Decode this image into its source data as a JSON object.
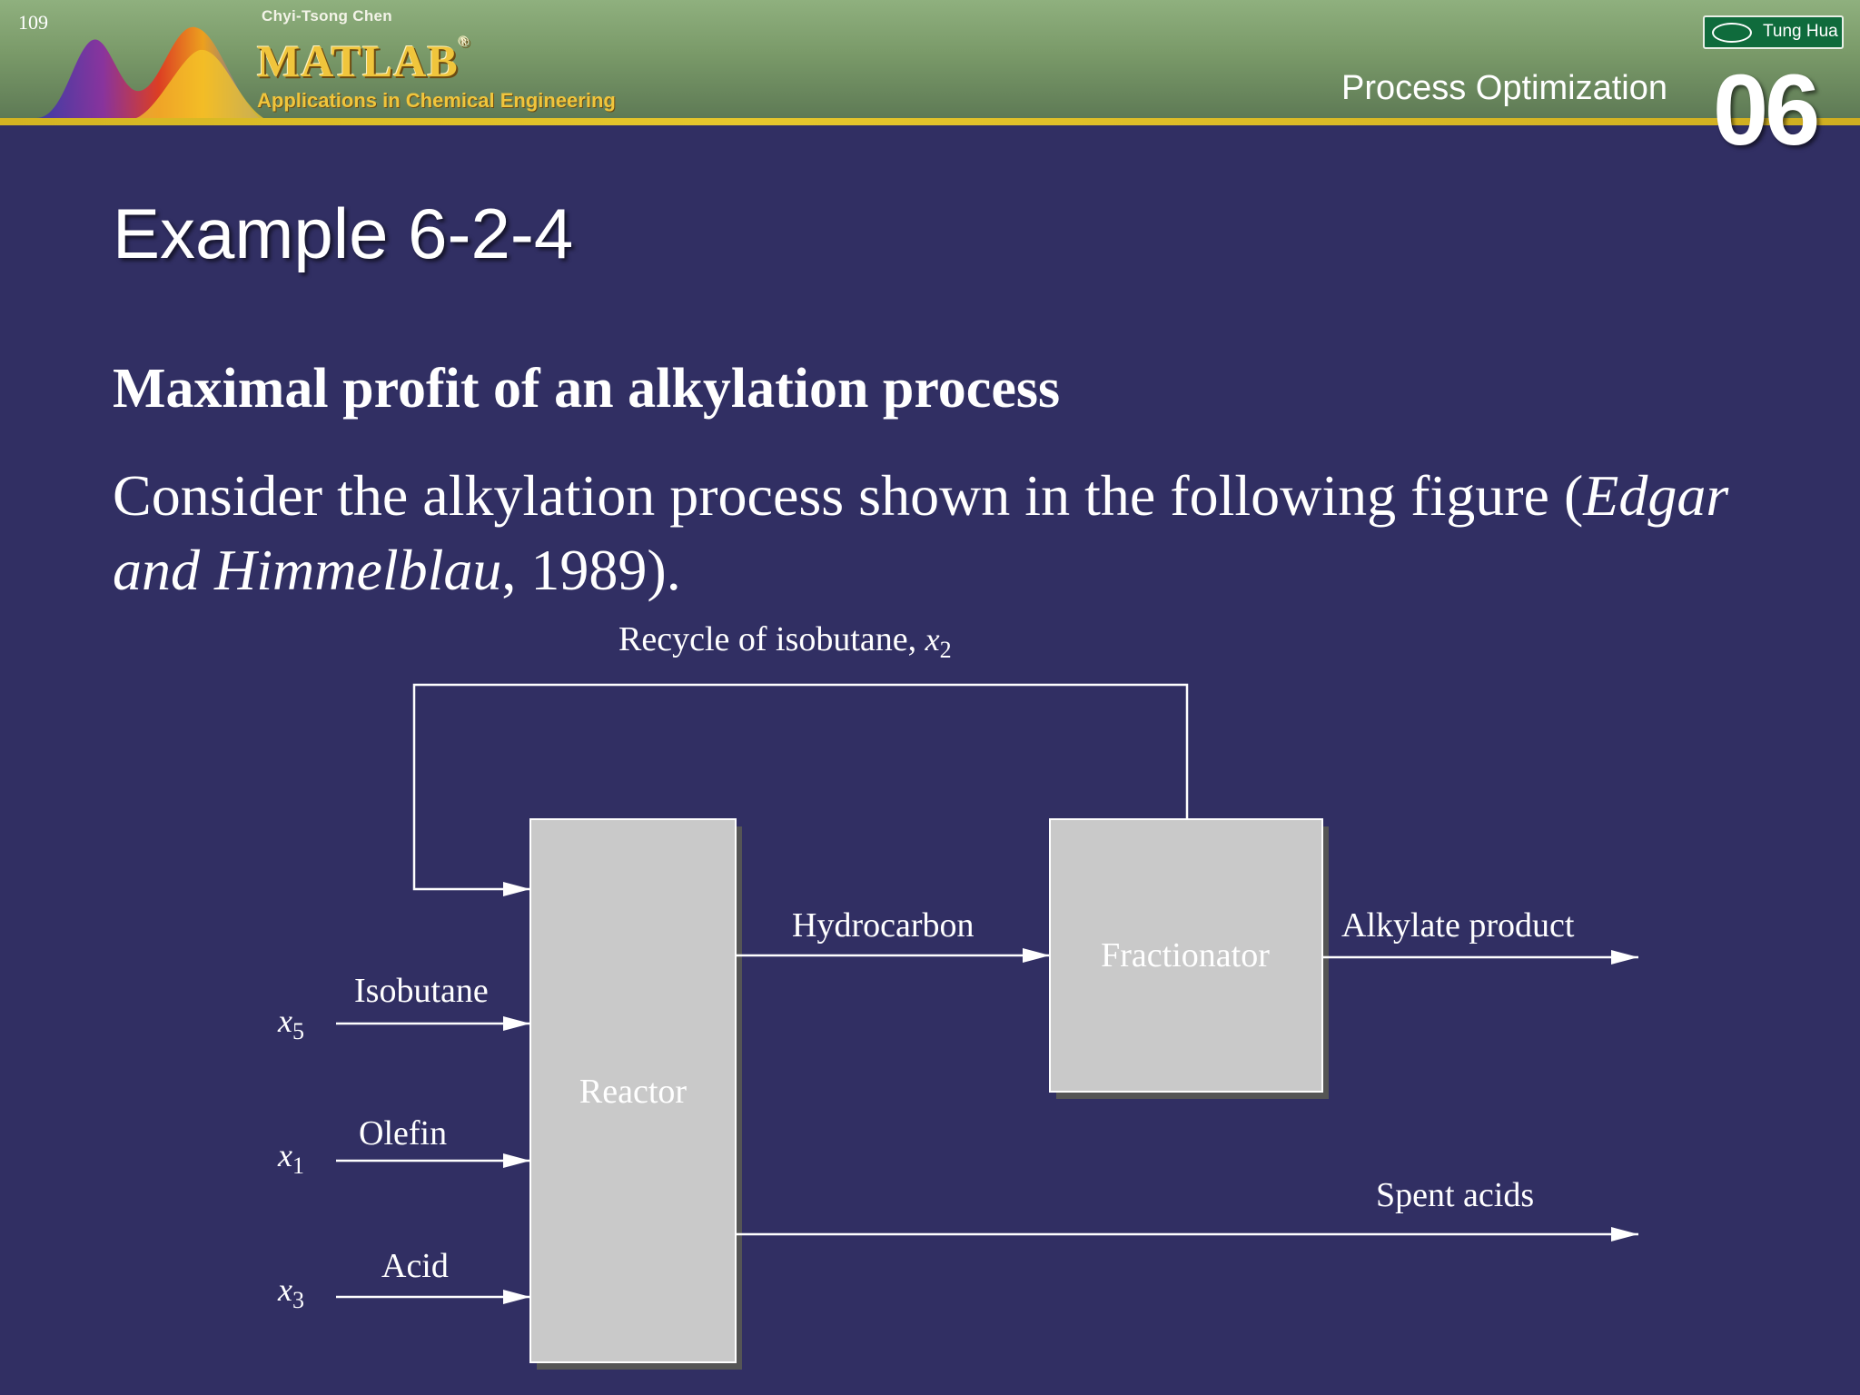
{
  "header": {
    "slide_number": "109",
    "author": "Chyi-Tsong Chen",
    "brand": "MATLAB",
    "registered_mark": "®",
    "book_subtitle": "Applications in Chemical Engineering",
    "chapter_title": "Process Optimization",
    "chapter_number": "06",
    "publisher": "Tung Hua",
    "colors": {
      "band": "#7a9a69",
      "stripe": "#e6c72c",
      "brand_gold": "#f0c53c"
    }
  },
  "slide": {
    "title": "Example 6-2-4",
    "heading": "Maximal profit of an alkylation process",
    "body_prefix": "Consider the alkylation process shown in the following figure (",
    "body_reference": "Edgar and Himmelblau",
    "body_suffix": ", 1989).",
    "background": "#312f63"
  },
  "diagram": {
    "recycle_label": "Recycle of isobutane, ",
    "recycle_var": "x",
    "recycle_var_sub": "2",
    "reactor_label": "Reactor",
    "fractionator_label": "Fractionator",
    "hydrocarbon_label": "Hydrocarbon",
    "alkylate_label": "Alkylate product",
    "spent_acids_label": "Spent acids",
    "inputs": [
      {
        "label": "Isobutane",
        "var": "x",
        "sub": "5"
      },
      {
        "label": "Olefin",
        "var": "x",
        "sub": "1"
      },
      {
        "label": "Acid",
        "var": "x",
        "sub": "3"
      }
    ],
    "colors": {
      "box_fill": "#c9c9c9",
      "line": "#ffffff"
    }
  }
}
